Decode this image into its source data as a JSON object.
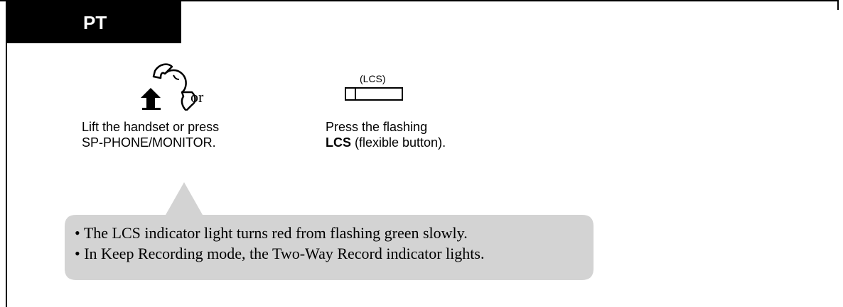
{
  "header": {
    "tab_label": "PT"
  },
  "steps": [
    {
      "icon": "handset-lift-icon",
      "line1": "Lift the handset or press",
      "line2": "SP-PHONE/MONITOR."
    },
    {
      "icon": "flexible-button-icon",
      "button_label": "(LCS)",
      "line1": "Press the flashing",
      "line2_bold": "LCS",
      "line2_rest": " (flexible button)."
    }
  ],
  "separator": "or",
  "notes": [
    "The LCS indicator light turns red from flashing green slowly.",
    "In Keep Recording mode, the Two-Way Record indicator lights."
  ],
  "bullet": "•"
}
